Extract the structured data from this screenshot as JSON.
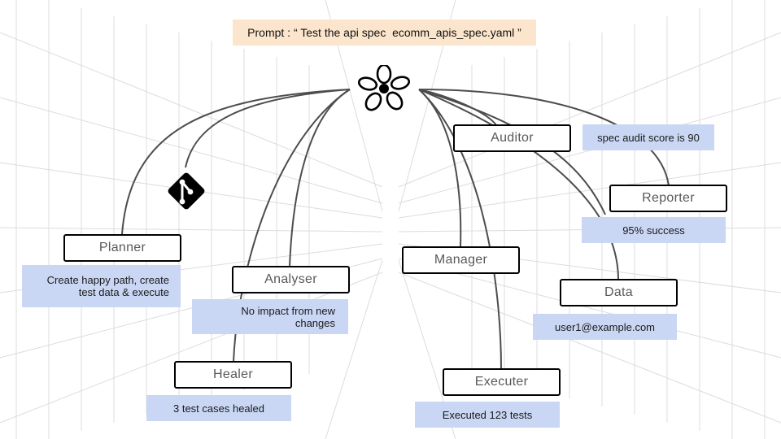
{
  "prompt": {
    "text": "Prompt : “ Test the api spec  ecomm_apis_spec.yaml ”"
  },
  "agents": {
    "planner": "Planner",
    "analyser": "Analyser",
    "healer": "Healer",
    "auditor": "Auditor",
    "manager": "Manager",
    "executer": "Executer",
    "reporter": "Reporter",
    "data": "Data"
  },
  "notes": {
    "planner": "Create happy path, create test data & execute",
    "analyser": "No impact from new changes",
    "healer": "3 test cases healed",
    "auditor": "spec audit score is 90",
    "reporter": "95% success",
    "data": "user1@example.com",
    "executer": "Executed 123 tests"
  },
  "icons": {
    "hub": "flower-logo-icon",
    "git": "git-icon"
  },
  "colors": {
    "prompt_bg": "#fce5cd",
    "note_bg": "#c9d7f4",
    "box_border": "#000000",
    "connector": "#4d4d4d"
  }
}
